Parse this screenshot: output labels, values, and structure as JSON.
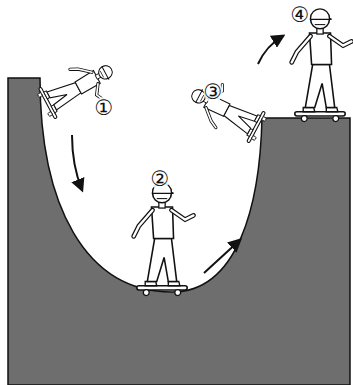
{
  "diagram": {
    "labels": [
      "①",
      "②",
      "③",
      "④"
    ]
  }
}
